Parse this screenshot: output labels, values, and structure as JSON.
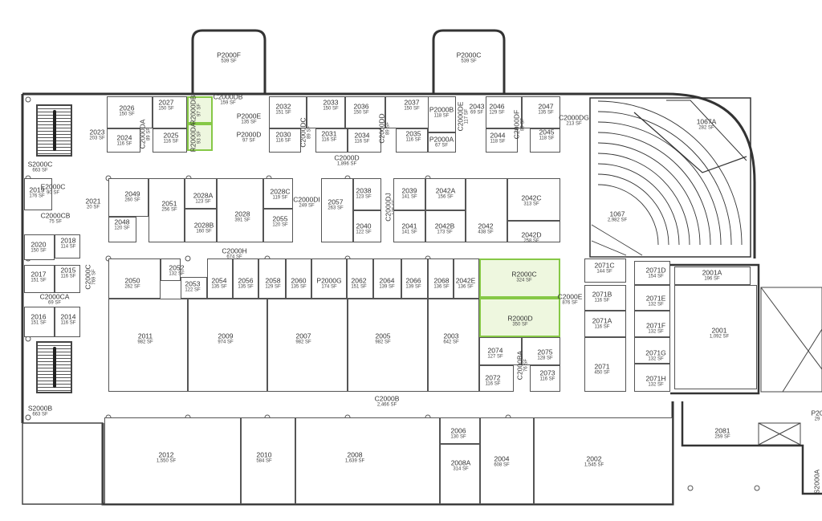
{
  "plan": {
    "colors": {
      "restroom_fill": "#eef7df",
      "restroom_border": "#86c846",
      "wall": "#333333"
    },
    "partial_labels": {
      "p20_id": "P20",
      "p20_area": "29"
    }
  },
  "rooms": [
    {
      "id": "P2000F",
      "area": "539 SF"
    },
    {
      "id": "P2000C",
      "area": "539 SF"
    },
    {
      "id": "2026",
      "area": "150 SF"
    },
    {
      "id": "2027",
      "area": "150 SF"
    },
    {
      "id": "R2000DB",
      "area": "97 SF"
    },
    {
      "id": "R2000DA",
      "area": "93 SF"
    },
    {
      "id": "C2000DB",
      "area": "159 SF"
    },
    {
      "id": "P2000E",
      "area": "135 SF"
    },
    {
      "id": "P2000D",
      "area": "97 SF"
    },
    {
      "id": "2023",
      "area": "203 SF"
    },
    {
      "id": "2024",
      "area": "116 SF"
    },
    {
      "id": "C2000DA",
      "area": "89 SF"
    },
    {
      "id": "2025",
      "area": "116 SF"
    },
    {
      "id": "2032",
      "area": "151 SF"
    },
    {
      "id": "2033",
      "area": "150 SF"
    },
    {
      "id": "2036",
      "area": "150 SF"
    },
    {
      "id": "2037",
      "area": "150 SF"
    },
    {
      "id": "P2000B",
      "area": "118 SF"
    },
    {
      "id": "C2000DE",
      "area": "117 SF"
    },
    {
      "id": "2043",
      "area": "69 SF"
    },
    {
      "id": "2046",
      "area": "129 SF"
    },
    {
      "id": "2047",
      "area": "135 SF"
    },
    {
      "id": "C2000DG",
      "area": "213 SF"
    },
    {
      "id": "2030",
      "area": "116 SF"
    },
    {
      "id": "C2000DC",
      "area": "89 SF"
    },
    {
      "id": "2031",
      "area": "116 SF"
    },
    {
      "id": "2034",
      "area": "116 SF"
    },
    {
      "id": "C2000DD",
      "area": "89 SF"
    },
    {
      "id": "2035",
      "area": "116 SF"
    },
    {
      "id": "P2000A",
      "area": "67 SF"
    },
    {
      "id": "2044",
      "area": "118 SF"
    },
    {
      "id": "C2000DF",
      "area": "89 SF"
    },
    {
      "id": "2045",
      "area": "118 SF"
    },
    {
      "id": "C2000D",
      "area": "1,896 SF"
    },
    {
      "id": "S2000C",
      "area": "663 SF"
    },
    {
      "id": "2019",
      "area": "176 SF"
    },
    {
      "id": "E2000C",
      "area": "90 SF"
    },
    {
      "id": "2021",
      "area": "20 SF"
    },
    {
      "id": "C2000CB",
      "area": "75 SF"
    },
    {
      "id": "2020",
      "area": "150 SF"
    },
    {
      "id": "2018",
      "area": "114 SF"
    },
    {
      "id": "2017",
      "area": "151 SF"
    },
    {
      "id": "2015",
      "area": "116 SF"
    },
    {
      "id": "C2000CA",
      "area": "69 SF"
    },
    {
      "id": "2016",
      "area": "151 SF"
    },
    {
      "id": "2014",
      "area": "116 SF"
    },
    {
      "id": "S2000B",
      "area": "663 SF"
    },
    {
      "id": "C2000C",
      "area": "769 SF"
    },
    {
      "id": "2049",
      "area": "260 SF"
    },
    {
      "id": "2048",
      "area": "120 SF"
    },
    {
      "id": "2051",
      "area": "256 SF"
    },
    {
      "id": "2028A",
      "area": "123 SF"
    },
    {
      "id": "2028B",
      "area": "160 SF"
    },
    {
      "id": "2028",
      "area": "391 SF"
    },
    {
      "id": "2028C",
      "area": "119 SF"
    },
    {
      "id": "2055",
      "area": "120 SF"
    },
    {
      "id": "C2000DI",
      "area": "249 SF"
    },
    {
      "id": "2057",
      "area": "263 SF"
    },
    {
      "id": "2038",
      "area": "123 SF"
    },
    {
      "id": "2040",
      "area": "122 SF"
    },
    {
      "id": "C2000DJ",
      "area": "125 SF"
    },
    {
      "id": "2039",
      "area": "141 SF"
    },
    {
      "id": "2041",
      "area": "141 SF"
    },
    {
      "id": "2042A",
      "area": "156 SF"
    },
    {
      "id": "2042B",
      "area": "173 SF"
    },
    {
      "id": "2042",
      "area": "438 SF"
    },
    {
      "id": "2042C",
      "area": "313 SF"
    },
    {
      "id": "2042D",
      "area": "258 SF"
    },
    {
      "id": "C2000H",
      "area": "674 SF"
    },
    {
      "id": "2050",
      "area": "262 SF"
    },
    {
      "id": "2052",
      "area": "132 SF"
    },
    {
      "id": "2053",
      "area": "122 SF"
    },
    {
      "id": "2054",
      "area": "135 SF"
    },
    {
      "id": "2056",
      "area": "135 SF"
    },
    {
      "id": "2058",
      "area": "129 SF"
    },
    {
      "id": "2060",
      "area": "135 SF"
    },
    {
      "id": "P2000G",
      "area": "174 SF"
    },
    {
      "id": "2062",
      "area": "151 SF"
    },
    {
      "id": "2064",
      "area": "139 SF"
    },
    {
      "id": "2066",
      "area": "139 SF"
    },
    {
      "id": "2068",
      "area": "136 SF"
    },
    {
      "id": "2042E",
      "area": "136 SF"
    },
    {
      "id": "R2000C",
      "area": "324 SF"
    },
    {
      "id": "R2000D",
      "area": "350 SF"
    },
    {
      "id": "C2000E",
      "area": "876 SF"
    },
    {
      "id": "2011",
      "area": "982 SF"
    },
    {
      "id": "2009",
      "area": "974 SF"
    },
    {
      "id": "2007",
      "area": "982 SF"
    },
    {
      "id": "2005",
      "area": "982 SF"
    },
    {
      "id": "2003",
      "area": "642 SF"
    },
    {
      "id": "2074",
      "area": "127 SF"
    },
    {
      "id": "2075",
      "area": "128 SF"
    },
    {
      "id": "C2000BA",
      "area": "76 SF"
    },
    {
      "id": "2072",
      "area": "116 SF"
    },
    {
      "id": "2073",
      "area": "116 SF"
    },
    {
      "id": "C2000B",
      "area": "2,466 SF"
    },
    {
      "id": "2012",
      "area": "1,550 SF"
    },
    {
      "id": "2010",
      "area": "584 SF"
    },
    {
      "id": "2008",
      "area": "1,639 SF"
    },
    {
      "id": "2006",
      "area": "130 SF"
    },
    {
      "id": "2008A",
      "area": "314 SF"
    },
    {
      "id": "2004",
      "area": "608 SF"
    },
    {
      "id": "2002",
      "area": "1,545 SF"
    },
    {
      "id": "2081",
      "area": "259 SF"
    },
    {
      "id": "S2000A",
      "area": ""
    },
    {
      "id": "1067",
      "area": "2,982 SF"
    },
    {
      "id": "1067A",
      "area": "282 SF"
    },
    {
      "id": "2071C",
      "area": "144 SF"
    },
    {
      "id": "2071D",
      "area": "154 SF"
    },
    {
      "id": "2071B",
      "area": "116 SF"
    },
    {
      "id": "2071E",
      "area": "132 SF"
    },
    {
      "id": "2071A",
      "area": "116 SF"
    },
    {
      "id": "2071F",
      "area": "132 SF"
    },
    {
      "id": "2071G",
      "area": "132 SF"
    },
    {
      "id": "2071",
      "area": "450 SF"
    },
    {
      "id": "2071H",
      "area": "132 SF"
    },
    {
      "id": "2001A",
      "area": "196 SF"
    },
    {
      "id": "2001",
      "area": "1,092 SF"
    }
  ]
}
